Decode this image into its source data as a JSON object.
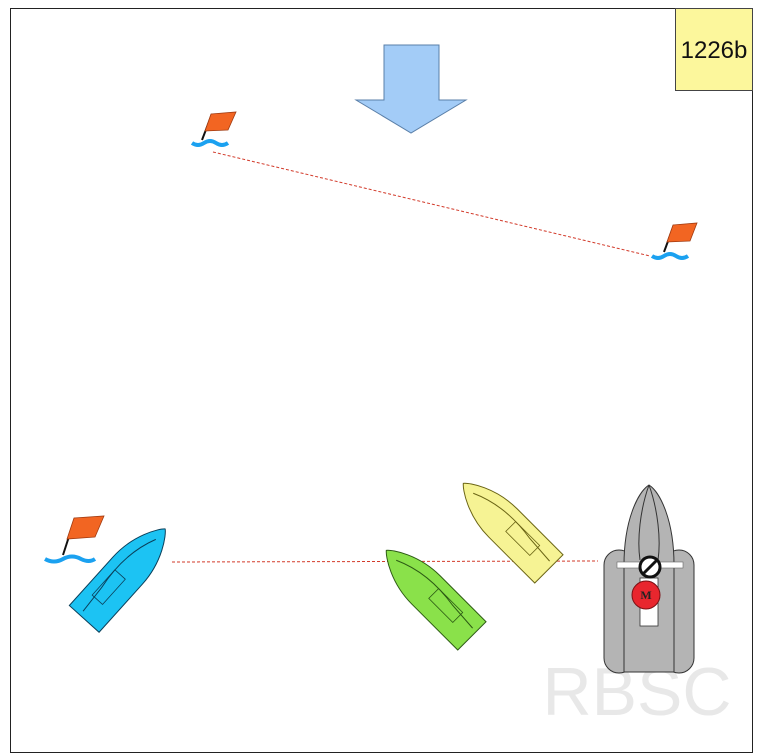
{
  "scenario": {
    "id": "1226b",
    "watermark": "RBSC"
  },
  "colors": {
    "wind_arrow": "#a3ccf7",
    "flag": "#f26522",
    "water": "#1ba1f0",
    "layline": "#d23a2a",
    "boat_blue": "#1cc3f3",
    "boat_green": "#8ae14a",
    "boat_yellow": "#f6f394",
    "committee_boat": "#b4b4b4",
    "label_box": "#fcf79c",
    "m_flag": "#e8262e"
  },
  "committee_boat": {
    "prohibit_icon": "no-entry",
    "flag_letter": "M"
  },
  "icons": [
    "wind-arrow-icon",
    "mark-flag-icon",
    "no-entry-icon"
  ]
}
